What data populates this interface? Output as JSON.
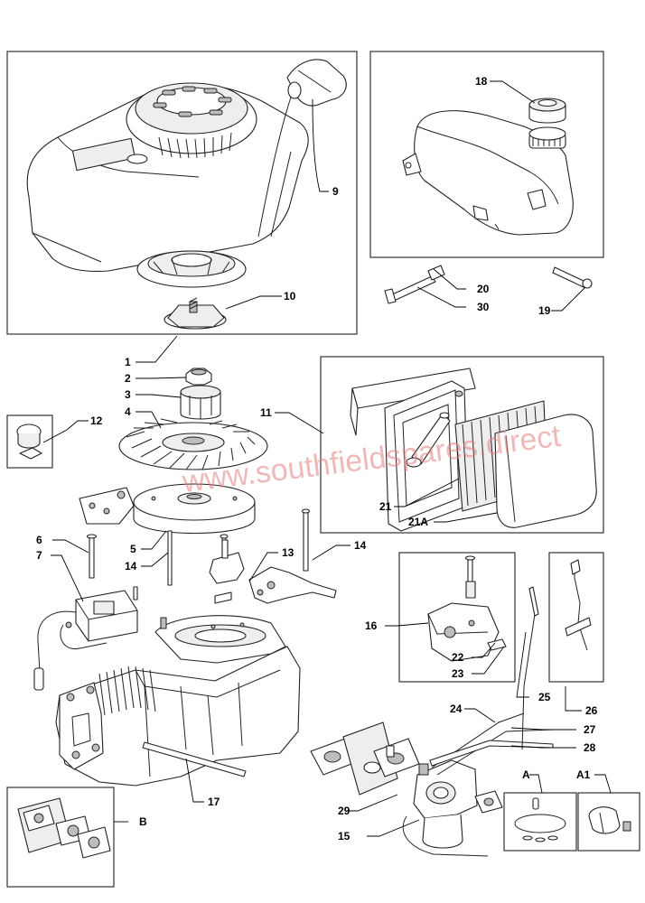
{
  "labels": {
    "p1": "1",
    "p2": "2",
    "p3": "3",
    "p4": "4",
    "p5": "5",
    "p6": "6",
    "p7": "7",
    "p9": "9",
    "p10": "10",
    "p11": "11",
    "p12": "12",
    "p13": "13",
    "p14a": "14",
    "p14b": "14",
    "p15": "15",
    "p16": "16",
    "p17": "17",
    "p18": "18",
    "p19": "19",
    "p20": "20",
    "p21": "21",
    "p21a": "21A",
    "p22": "22",
    "p23": "23",
    "p24": "24",
    "p25": "25",
    "p26": "26",
    "p27": "27",
    "p28": "28",
    "p29": "29",
    "p30": "30",
    "pA": "A",
    "pA1": "A1",
    "pB": "B"
  },
  "watermark": "www.southfieldspares.direct",
  "colors": {
    "watermark": "#e58080",
    "line": "#222222",
    "fill": "#ffffff"
  }
}
